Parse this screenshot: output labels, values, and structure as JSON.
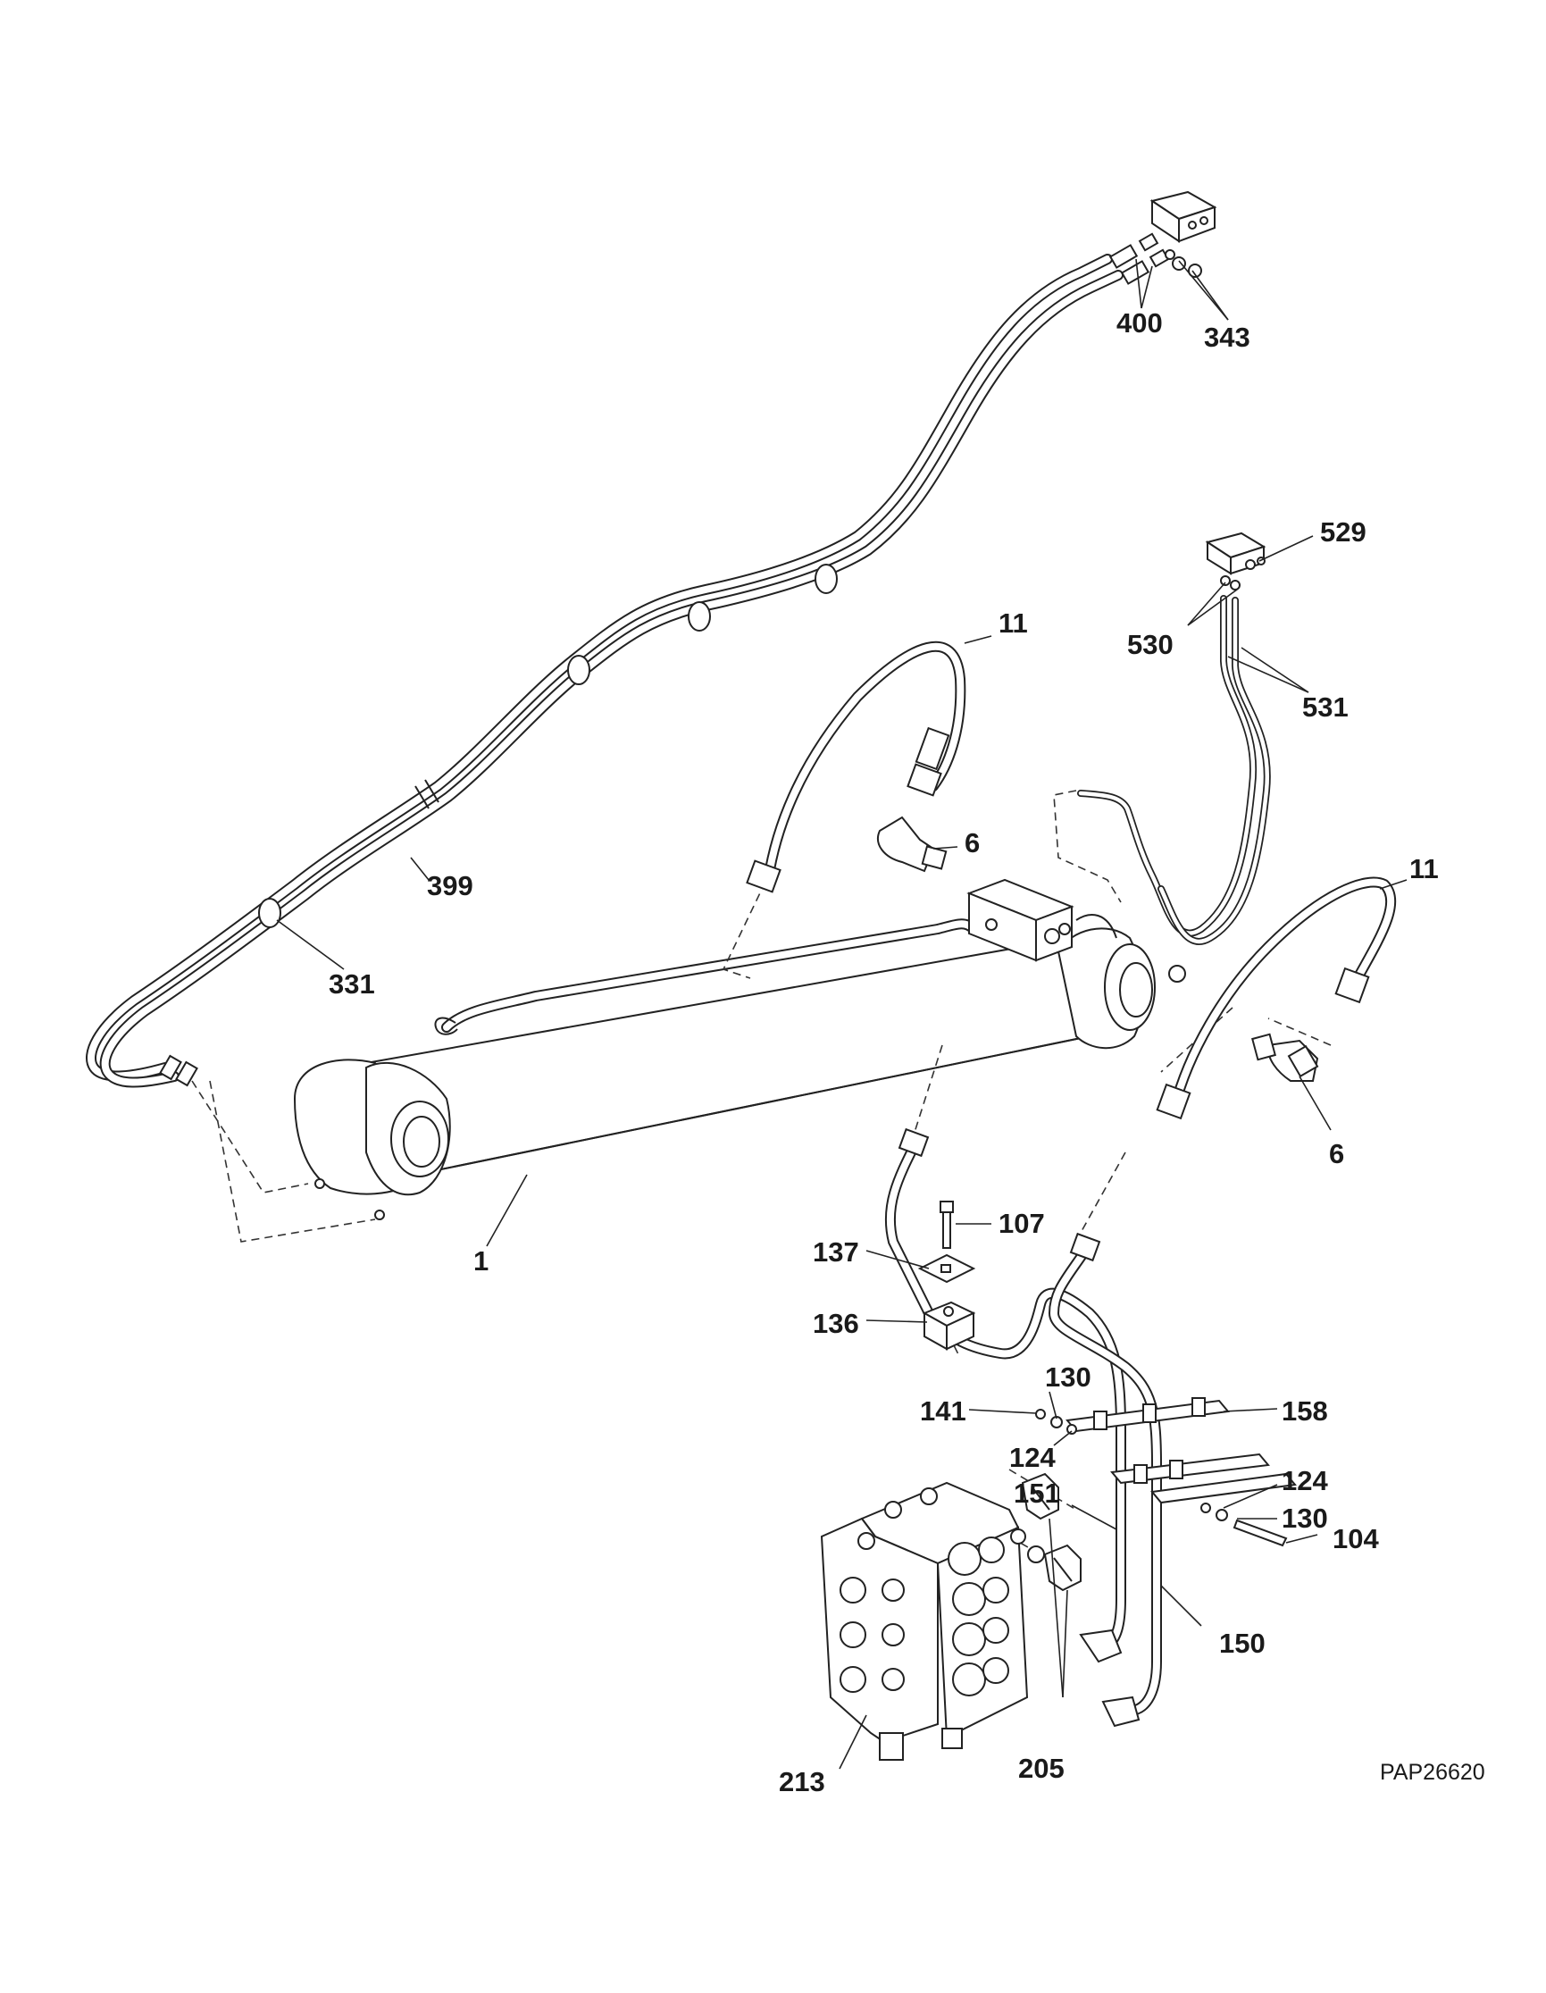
{
  "figure_id": "PAP26620",
  "callouts": {
    "c400": "400",
    "c343": "343",
    "c529": "529",
    "c530": "530",
    "c531": "531",
    "c11a": "11",
    "c11b": "11",
    "c6a": "6",
    "c6b": "6",
    "c399": "399",
    "c331": "331",
    "c1": "1",
    "c107": "107",
    "c137": "137",
    "c136": "136",
    "c130a": "130",
    "c141": "141",
    "c124a": "124",
    "c158": "158",
    "c124b": "124",
    "c130b": "130",
    "c104": "104",
    "c151": "151",
    "c150": "150",
    "c205": "205",
    "c213": "213"
  }
}
